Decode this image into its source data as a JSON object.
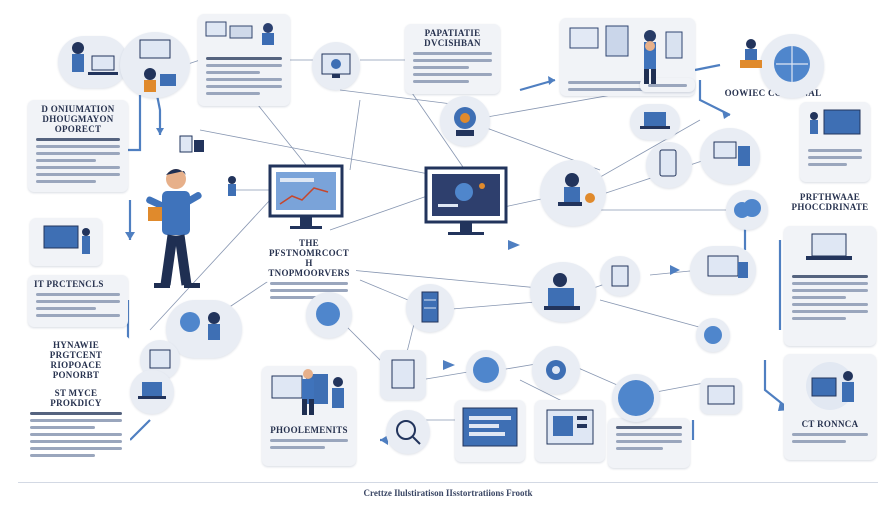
{
  "labels": {
    "top_center": "PAPATIATIE DVCISHBAN",
    "left_org": "D ONIUMATION DHOUGMAYON OPORECT",
    "center_left": "THE PFSTNOMRCOCT H TNOPMOORVERS",
    "right_top": "OOWIEC COTERNAL",
    "right_mid": "PRFTHWAAE PHOCCDRINATE",
    "left_mid": "IT PRCTENCLS",
    "left_lower_title": "HYNAWIE PRGTCENT RIOPOACE PONORBT",
    "left_lower_sub": "ST MYCE PROKDICY",
    "bottom_center": "PHOOLEMENITS",
    "bottom_right": "CT RONNCA"
  },
  "footer": "Crettze Ilulstiratison IIsstortratiions Frootk",
  "colors": {
    "accent": "#3d6fb6",
    "dark": "#1f2f52",
    "card_bg": "#f1f3f7",
    "wire": "#7a8aa8"
  },
  "icons": [
    "person-at-desk-icon",
    "laptop-icon",
    "monitor-icon",
    "globe-icon",
    "server-rack-icon",
    "person-walking-icon",
    "cloud-icon",
    "document-icon",
    "gear-icon",
    "chart-icon"
  ]
}
